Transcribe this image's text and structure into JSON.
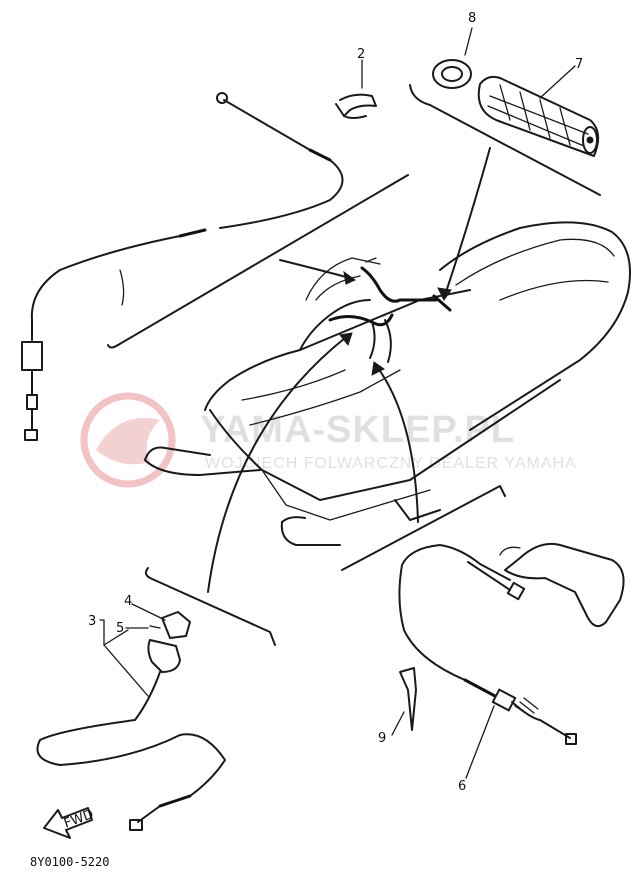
{
  "callouts": {
    "c2": "2",
    "c3": "3",
    "c4": "4",
    "c5": "5",
    "c6": "6",
    "c7": "7",
    "c8": "8",
    "c9": "9"
  },
  "watermark": {
    "main": "YAMA-SKLEP.PL",
    "sub": "WOJCIECH FOLWARCZNY DEALER YAMAHA",
    "color": "#e07a7a"
  },
  "drawing_code": "8Y0100-5220",
  "fwd_label": "FWD"
}
